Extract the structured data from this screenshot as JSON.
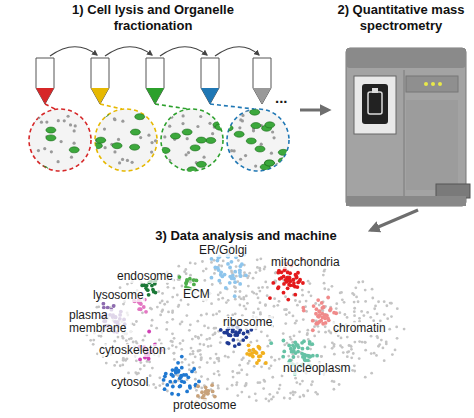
{
  "diagram": {
    "nodes": [
      {
        "text": [
          "1) Cell lysis and Organelle fractionation"
        ]
      },
      {
        "text": [
          "2) Quantitative mass spectrometry"
        ]
      },
      {
        "text": [
          "3) Data analysis and machine"
        ]
      }
    ],
    "edges": [
      {
        "from": 0,
        "to": 1,
        "arrow": "to"
      },
      {
        "from": 1,
        "to": 2,
        "arrow": "to"
      }
    ],
    "labels": [
      "ER/Golgi",
      "mitochondria",
      "endosome",
      "ECM",
      "lysosome",
      "plasma membrane",
      "ribosome",
      "chromatin",
      "cytoskeleton",
      "cytosol",
      "nucleoplasm",
      "proteosome",
      "..."
    ]
  }
}
